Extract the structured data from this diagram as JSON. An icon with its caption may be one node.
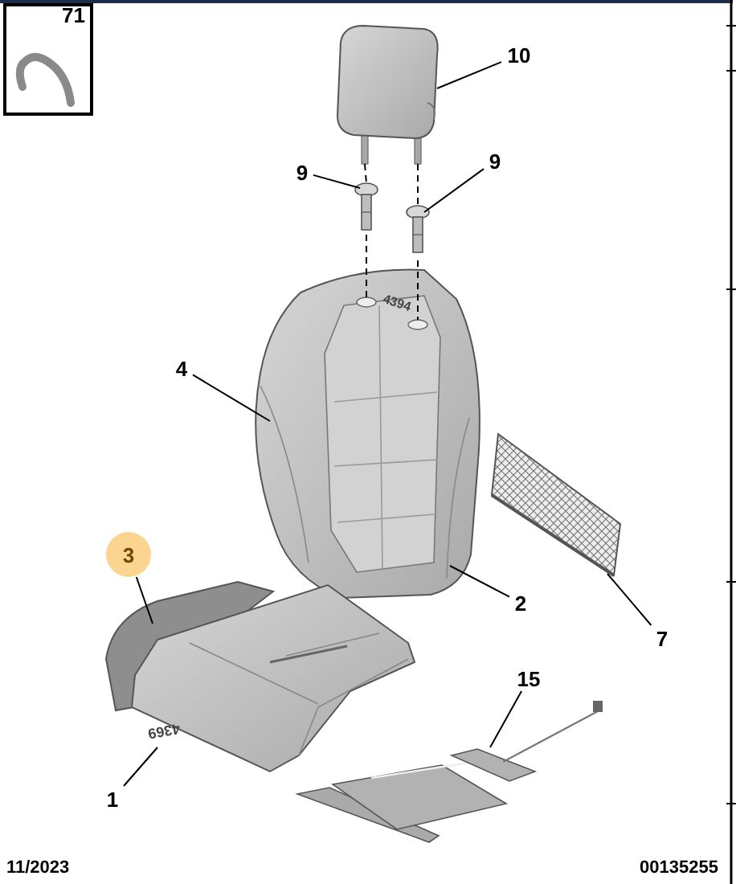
{
  "diagram": {
    "nodes": [
      {
        "text": [
          "71"
        ]
      },
      {
        "text": [],
        "shape": "picture",
        "in": 0
      },
      {
        "text": [
          "10"
        ]
      },
      {
        "text": [],
        "shape": "picture"
      },
      {
        "text": [
          "9"
        ]
      },
      {
        "text": [],
        "shape": "picture"
      },
      {
        "text": [
          "9"
        ]
      },
      {
        "text": [],
        "shape": "picture"
      },
      {
        "text": [
          "4"
        ]
      },
      {
        "text": [],
        "shape": "picture"
      },
      {
        "text": [
          "3"
        ]
      },
      {
        "text": [
          "2"
        ]
      },
      {
        "text": [
          "7"
        ]
      },
      {
        "text": [],
        "shape": "picture"
      },
      {
        "text": [
          "15"
        ]
      },
      {
        "text": [],
        "shape": "picture"
      },
      {
        "text": [
          "1"
        ]
      },
      {
        "text": [],
        "shape": "picture"
      }
    ],
    "edges": [
      {
        "from": 2,
        "to": 3,
        "arrow": "none"
      },
      {
        "from": 4,
        "to": 5,
        "arrow": "none"
      },
      {
        "from": 6,
        "to": 7,
        "arrow": "none"
      },
      {
        "from": 8,
        "to": 9,
        "arrow": "none"
      },
      {
        "from": 10,
        "to": 17,
        "arrow": "none"
      },
      {
        "from": 11,
        "to": 9,
        "arrow": "none"
      },
      {
        "from": 12,
        "to": 13,
        "arrow": "none"
      },
      {
        "from": 14,
        "to": 15,
        "arrow": "none"
      },
      {
        "from": 16,
        "to": 17,
        "arrow": "none"
      },
      {
        "from": 3,
        "to": 5,
        "arrow": "none",
        "style": "dashed"
      },
      {
        "from": 5,
        "to": 9,
        "arrow": "none",
        "style": "dashed"
      },
      {
        "from": 3,
        "to": 7,
        "arrow": "none",
        "style": "dashed"
      },
      {
        "from": 7,
        "to": 9,
        "arrow": "none",
        "style": "dashed"
      }
    ],
    "labels": [
      "4394",
      "4369",
      "11/2023",
      "00135255"
    ]
  }
}
